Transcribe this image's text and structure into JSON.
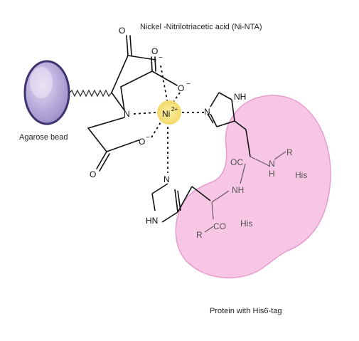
{
  "labels": {
    "nta_title": "Nickel -Nitrilotriacetic acid (Ni-NTA)",
    "bead": "Agarose bead",
    "protein": "Protein with His6-tag"
  },
  "nta_atoms": {
    "o_top_carbonyl": "O",
    "o_top_minus": "O",
    "o_mid_minus": "O",
    "nitrogen": "N",
    "o_low_minus": "O",
    "o_bottom": "O",
    "minus": "−"
  },
  "metal": {
    "symbol": "Ni",
    "charge": "2+",
    "color": "#f7e27a"
  },
  "imidazole_upper": {
    "nh": "NH",
    "n": "N"
  },
  "imidazole_lower": {
    "n": "N",
    "hn": "HN"
  },
  "protein_atoms": {
    "oc": "OC",
    "nh_upper": "N",
    "h_upper": "H",
    "r_upper": "R",
    "his_upper": "His",
    "nh_mid": "NH",
    "his_lower": "His",
    "r_lower": "R",
    "co_lower": "CO"
  },
  "colors": {
    "bead_fill": "#b7abd8",
    "bead_stroke": "#3e3270",
    "protein_fill": "#f6c6e4",
    "protein_stroke": "#e79ccd",
    "nickel": "#f7e27a"
  }
}
